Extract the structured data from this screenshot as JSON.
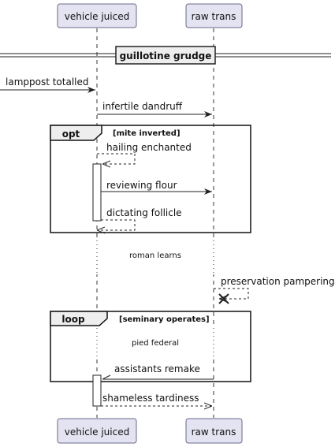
{
  "participants": {
    "p1": "vehicle juiced",
    "p2": "raw trans"
  },
  "divider": {
    "title": "guillotine grudge"
  },
  "messages": {
    "m1": "lamppost totalled",
    "m2": "infertile dandruff",
    "m3": "hailing enchanted",
    "m4": "reviewing flour",
    "m5": "dictating follicle",
    "m6": "preservation pampering",
    "m7": "assistants remake",
    "m8": "shameless tardiness"
  },
  "notes": {
    "delay1": "roman learns",
    "delay2": "pied federal"
  },
  "fragments": {
    "opt": {
      "keyword": "opt",
      "condition": "[mite inverted]"
    },
    "loop": {
      "keyword": "loop",
      "condition": "[seminary operates]"
    }
  }
}
